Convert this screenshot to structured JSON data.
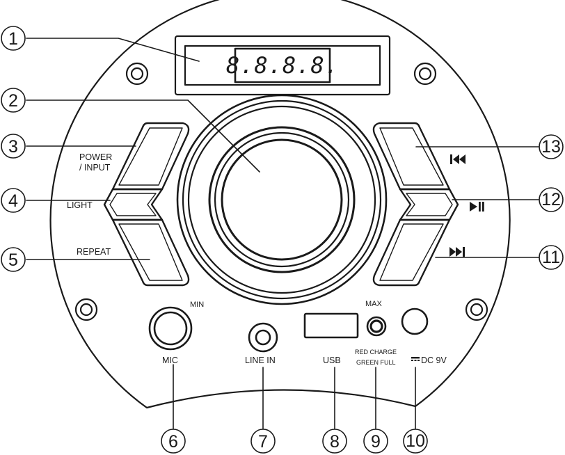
{
  "display": {
    "text": "8.8.8.8."
  },
  "labels": {
    "power_input_line1": "POWER",
    "power_input_line2": "/ INPUT",
    "light": "LIGHT",
    "repeat": "REPEAT",
    "min": "MIN",
    "max": "MAX",
    "mic": "MIC",
    "line_in": "LINE IN",
    "usb": "USB",
    "charge_line1": "RED CHARGE",
    "charge_line2": "GREEN FULL",
    "dc": "DC 9V"
  },
  "callouts": [
    "1",
    "2",
    "3",
    "4",
    "5",
    "6",
    "7",
    "8",
    "9",
    "10",
    "11",
    "12",
    "13"
  ],
  "icons": {
    "previous": "previous-track-icon",
    "play_pause": "play-pause-icon",
    "next": "next-track-icon",
    "dc_symbol": "dc-symbol-icon"
  },
  "colors": {
    "line": "#1a1a1a",
    "background": "#ffffff"
  }
}
